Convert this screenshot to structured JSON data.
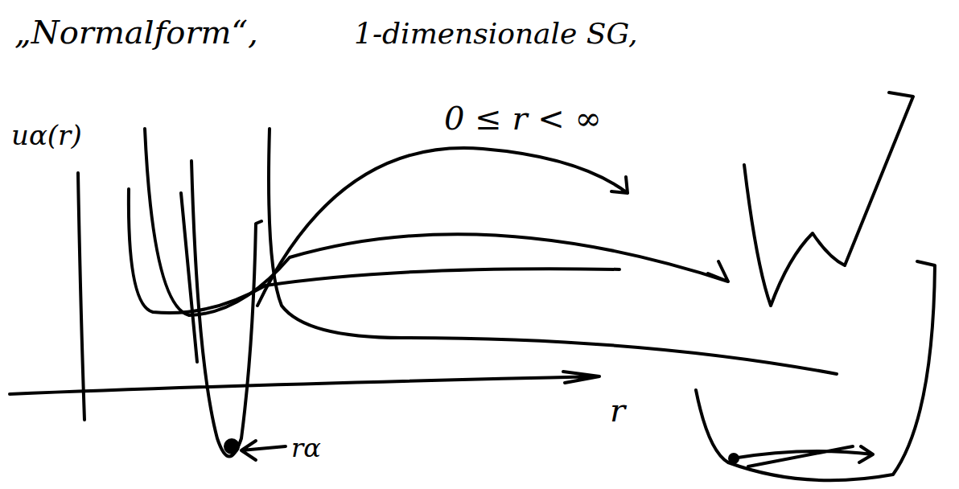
{
  "diagram": {
    "labels": [
      "„Normalform“,",
      "1-dimensionale SG,",
      "0 ≤ r < ∞",
      "uα(r)",
      "r",
      "rα"
    ]
  }
}
